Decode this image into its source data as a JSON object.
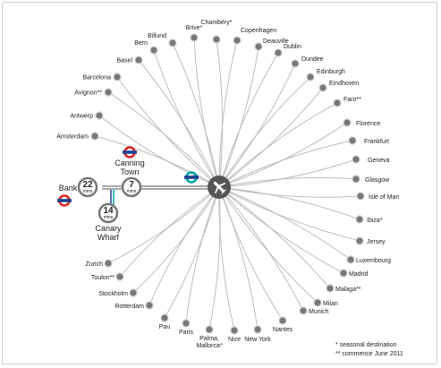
{
  "hub": {
    "icon": "airplane-icon"
  },
  "underground_icon": "london-underground-roundel-icon",
  "destinations": [
    "Amsterdam",
    "Antwerp",
    "Avignon**",
    "Barcelona",
    "Basel",
    "Bern",
    "Billund",
    "Brive*",
    "Chambéry*",
    "Copenhagen",
    "Deauville",
    "Dublin",
    "Dundee",
    "Edinburgh",
    "Eindhoven",
    "Faro**",
    "Florence",
    "Frankfurt",
    "Geneva",
    "Glasgow",
    "Isle of Man",
    "Ibiza*",
    "Jersey",
    "Luxembourg",
    "Madrid",
    "Malaga**",
    "Milan",
    "Munich",
    "Nantes",
    "New York",
    "Nice",
    "Palma, Mallorca*",
    "Paris",
    "Pau",
    "Rotterdam",
    "Stockholm",
    "Toulon**",
    "Zurich"
  ],
  "stations": {
    "canning_town": {
      "name": [
        "Canning",
        "Town"
      ],
      "mins": "7",
      "unit": "mins"
    },
    "bank": {
      "name": "Bank",
      "mins": "22",
      "unit": "mins"
    },
    "canary_wharf": {
      "name": [
        "Canary",
        "Wharf"
      ],
      "mins": "14",
      "unit": "mins"
    }
  },
  "footnotes": [
    "*  seasonal destination",
    "** commence June 2011"
  ],
  "colors": {
    "line": "#bdbdbd",
    "node": "#777777",
    "hub": "#555555",
    "roundel_red": "#dc241f",
    "roundel_blue": "#1c3f94",
    "dlr_teal": "#00a4a7",
    "rail": "#888888"
  }
}
